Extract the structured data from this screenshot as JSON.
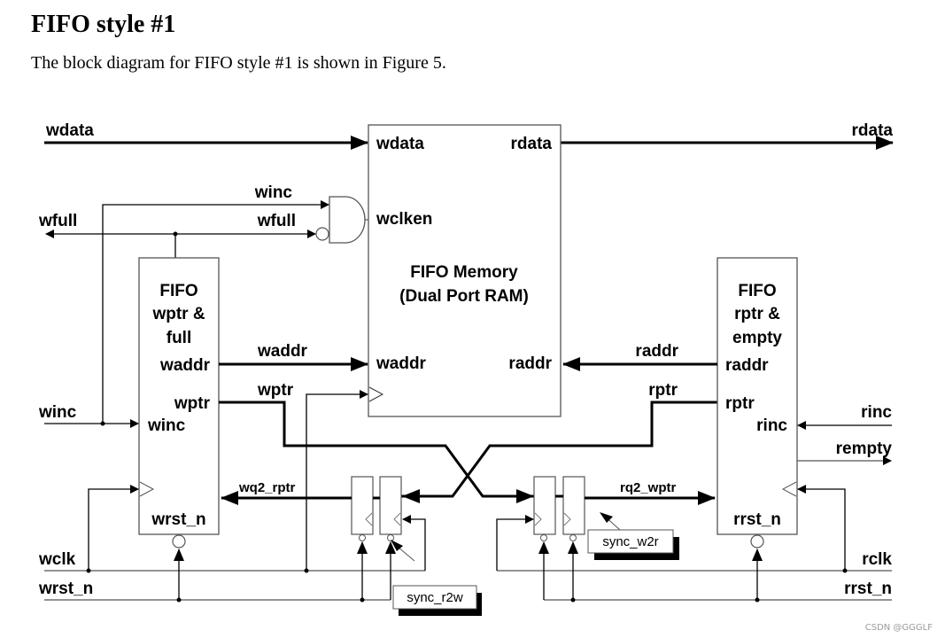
{
  "document": {
    "heading": "FIFO style #1",
    "paragraph": "The block diagram for FIFO style #1 is shown in Figure 5."
  },
  "diagram": {
    "external_signals": {
      "wdata_in": "wdata",
      "rdata_out": "rdata",
      "wfull_out": "wfull",
      "winc_in": "winc",
      "rinc_in": "rinc",
      "rempty_out": "rempty",
      "wclk": "wclk",
      "wrst_n": "wrst_n",
      "rclk": "rclk",
      "rrst_n": "rrst_n"
    },
    "wire_labels": {
      "winc_gate": "winc",
      "wfull_gate": "wfull",
      "waddr": "waddr",
      "wptr": "wptr",
      "raddr": "raddr",
      "rptr": "rptr",
      "wq2_rptr": "wq2_rptr",
      "rq2_wptr": "rq2_wptr"
    },
    "memory_block": {
      "title_line1": "FIFO Memory",
      "title_line2": "(Dual Port RAM)",
      "port_wdata": "wdata",
      "port_rdata": "rdata",
      "port_wclken": "wclken",
      "port_waddr": "waddr",
      "port_raddr": "raddr"
    },
    "write_block": {
      "title_line1": "FIFO",
      "title_line2": "wptr &",
      "title_line3": "full",
      "port_waddr": "waddr",
      "port_wptr": "wptr",
      "port_winc": "winc",
      "port_wrst_n": "wrst_n"
    },
    "read_block": {
      "title_line1": "FIFO",
      "title_line2": "rptr &",
      "title_line3": "empty",
      "port_raddr": "raddr",
      "port_rptr": "rptr",
      "port_rinc": "rinc",
      "port_rrst_n": "rrst_n"
    },
    "sync_labels": {
      "sync_r2w": "sync_r2w",
      "sync_w2r": "sync_w2r"
    }
  },
  "watermark": "CSDN @GGGLF"
}
